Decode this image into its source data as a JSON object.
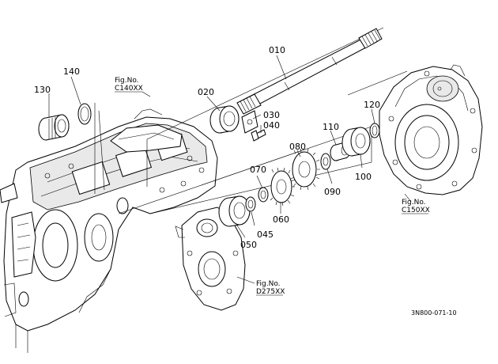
{
  "parts": [
    {
      "id": "p010",
      "label": "010"
    },
    {
      "id": "p020",
      "label": "020"
    },
    {
      "id": "p030",
      "label": "030"
    },
    {
      "id": "p040",
      "label": "040"
    },
    {
      "id": "p045",
      "label": "045"
    },
    {
      "id": "p050",
      "label": "050"
    },
    {
      "id": "p060",
      "label": "060"
    },
    {
      "id": "p070",
      "label": "070"
    },
    {
      "id": "p080",
      "label": "080"
    },
    {
      "id": "p090",
      "label": "090"
    },
    {
      "id": "p100",
      "label": "100"
    },
    {
      "id": "p110",
      "label": "110"
    },
    {
      "id": "p120",
      "label": "120"
    },
    {
      "id": "p130",
      "label": "130"
    },
    {
      "id": "p140",
      "label": "140"
    }
  ],
  "fig_refs": {
    "c140": {
      "prefix": "Fig.No.",
      "number": "C140XX"
    },
    "c150": {
      "prefix": "Fig.No.",
      "number": "C150XX"
    },
    "d275": {
      "prefix": "Fig.No.",
      "number": "D275XX"
    }
  },
  "drawing_number": "3N800-071-10"
}
